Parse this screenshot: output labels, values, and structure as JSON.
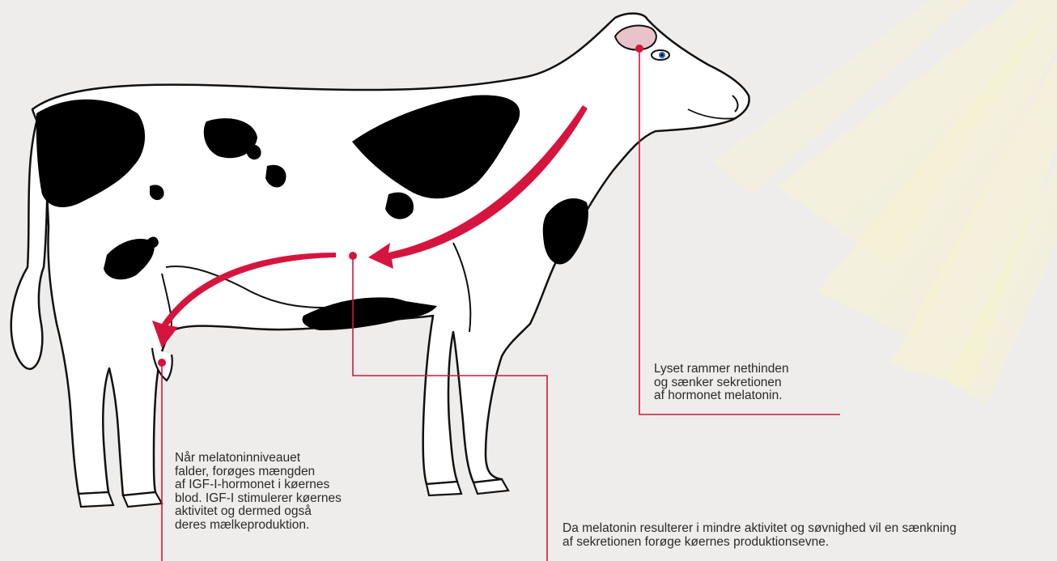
{
  "colors": {
    "background": "#efedeb",
    "ray": "#f8f3c6",
    "pointer": "#d6153f",
    "cow_outline": "#111111",
    "spot": "#000000",
    "ear_inner": "#e9c3cc"
  },
  "labels": {
    "eye": {
      "lines": [
        "Lyset rammer nethinden",
        "og sænker sekretionen",
        "af hormonet melatonin."
      ]
    },
    "blood": {
      "lines": [
        "Når melatoninniveauet",
        "falder, forøges mængden",
        "af IGF-I-hormonet i køernes",
        "blod. IGF-I stimulerer køernes",
        "aktivitet og dermed også",
        "deres mælkeproduktion."
      ]
    },
    "production": {
      "lines": [
        "Da melatonin resulterer i mindre aktivitet og søvnighed vil en sænkning",
        "af sekretionen forøge køernes produktionsevne."
      ]
    }
  }
}
